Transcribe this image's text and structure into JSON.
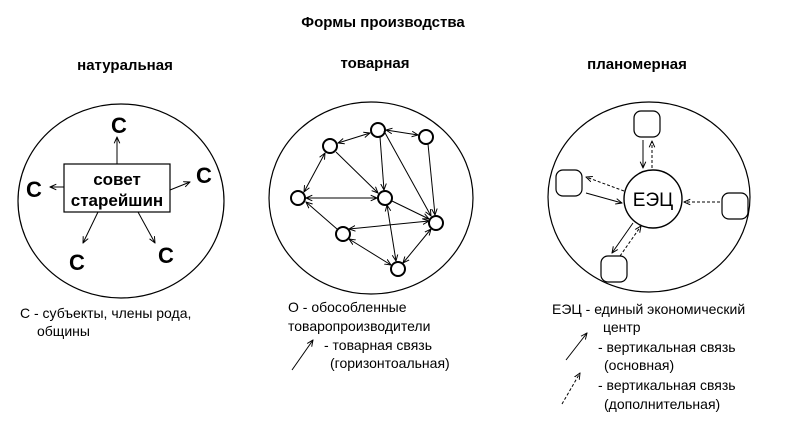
{
  "title": "Формы производства",
  "sections": {
    "natural": {
      "heading": "натуральная",
      "box_line1": "совет",
      "box_line2": "старейшин",
      "node_label": "С",
      "legend": [
        "С - субъекты, члены рода,",
        "общины"
      ]
    },
    "commodity": {
      "heading": "товарная",
      "legend": [
        "О - обособленные",
        "товаропроизводители",
        "- товарная связь",
        "(горизонтоальная)"
      ]
    },
    "planned": {
      "heading": "планомерная",
      "center": "ЕЭЦ",
      "legend": [
        "ЕЭЦ - единый экономический",
        "центр",
        "- вертикальная связь",
        "(основная)",
        "- вертикальная связь",
        "(дополнительная)"
      ]
    }
  }
}
